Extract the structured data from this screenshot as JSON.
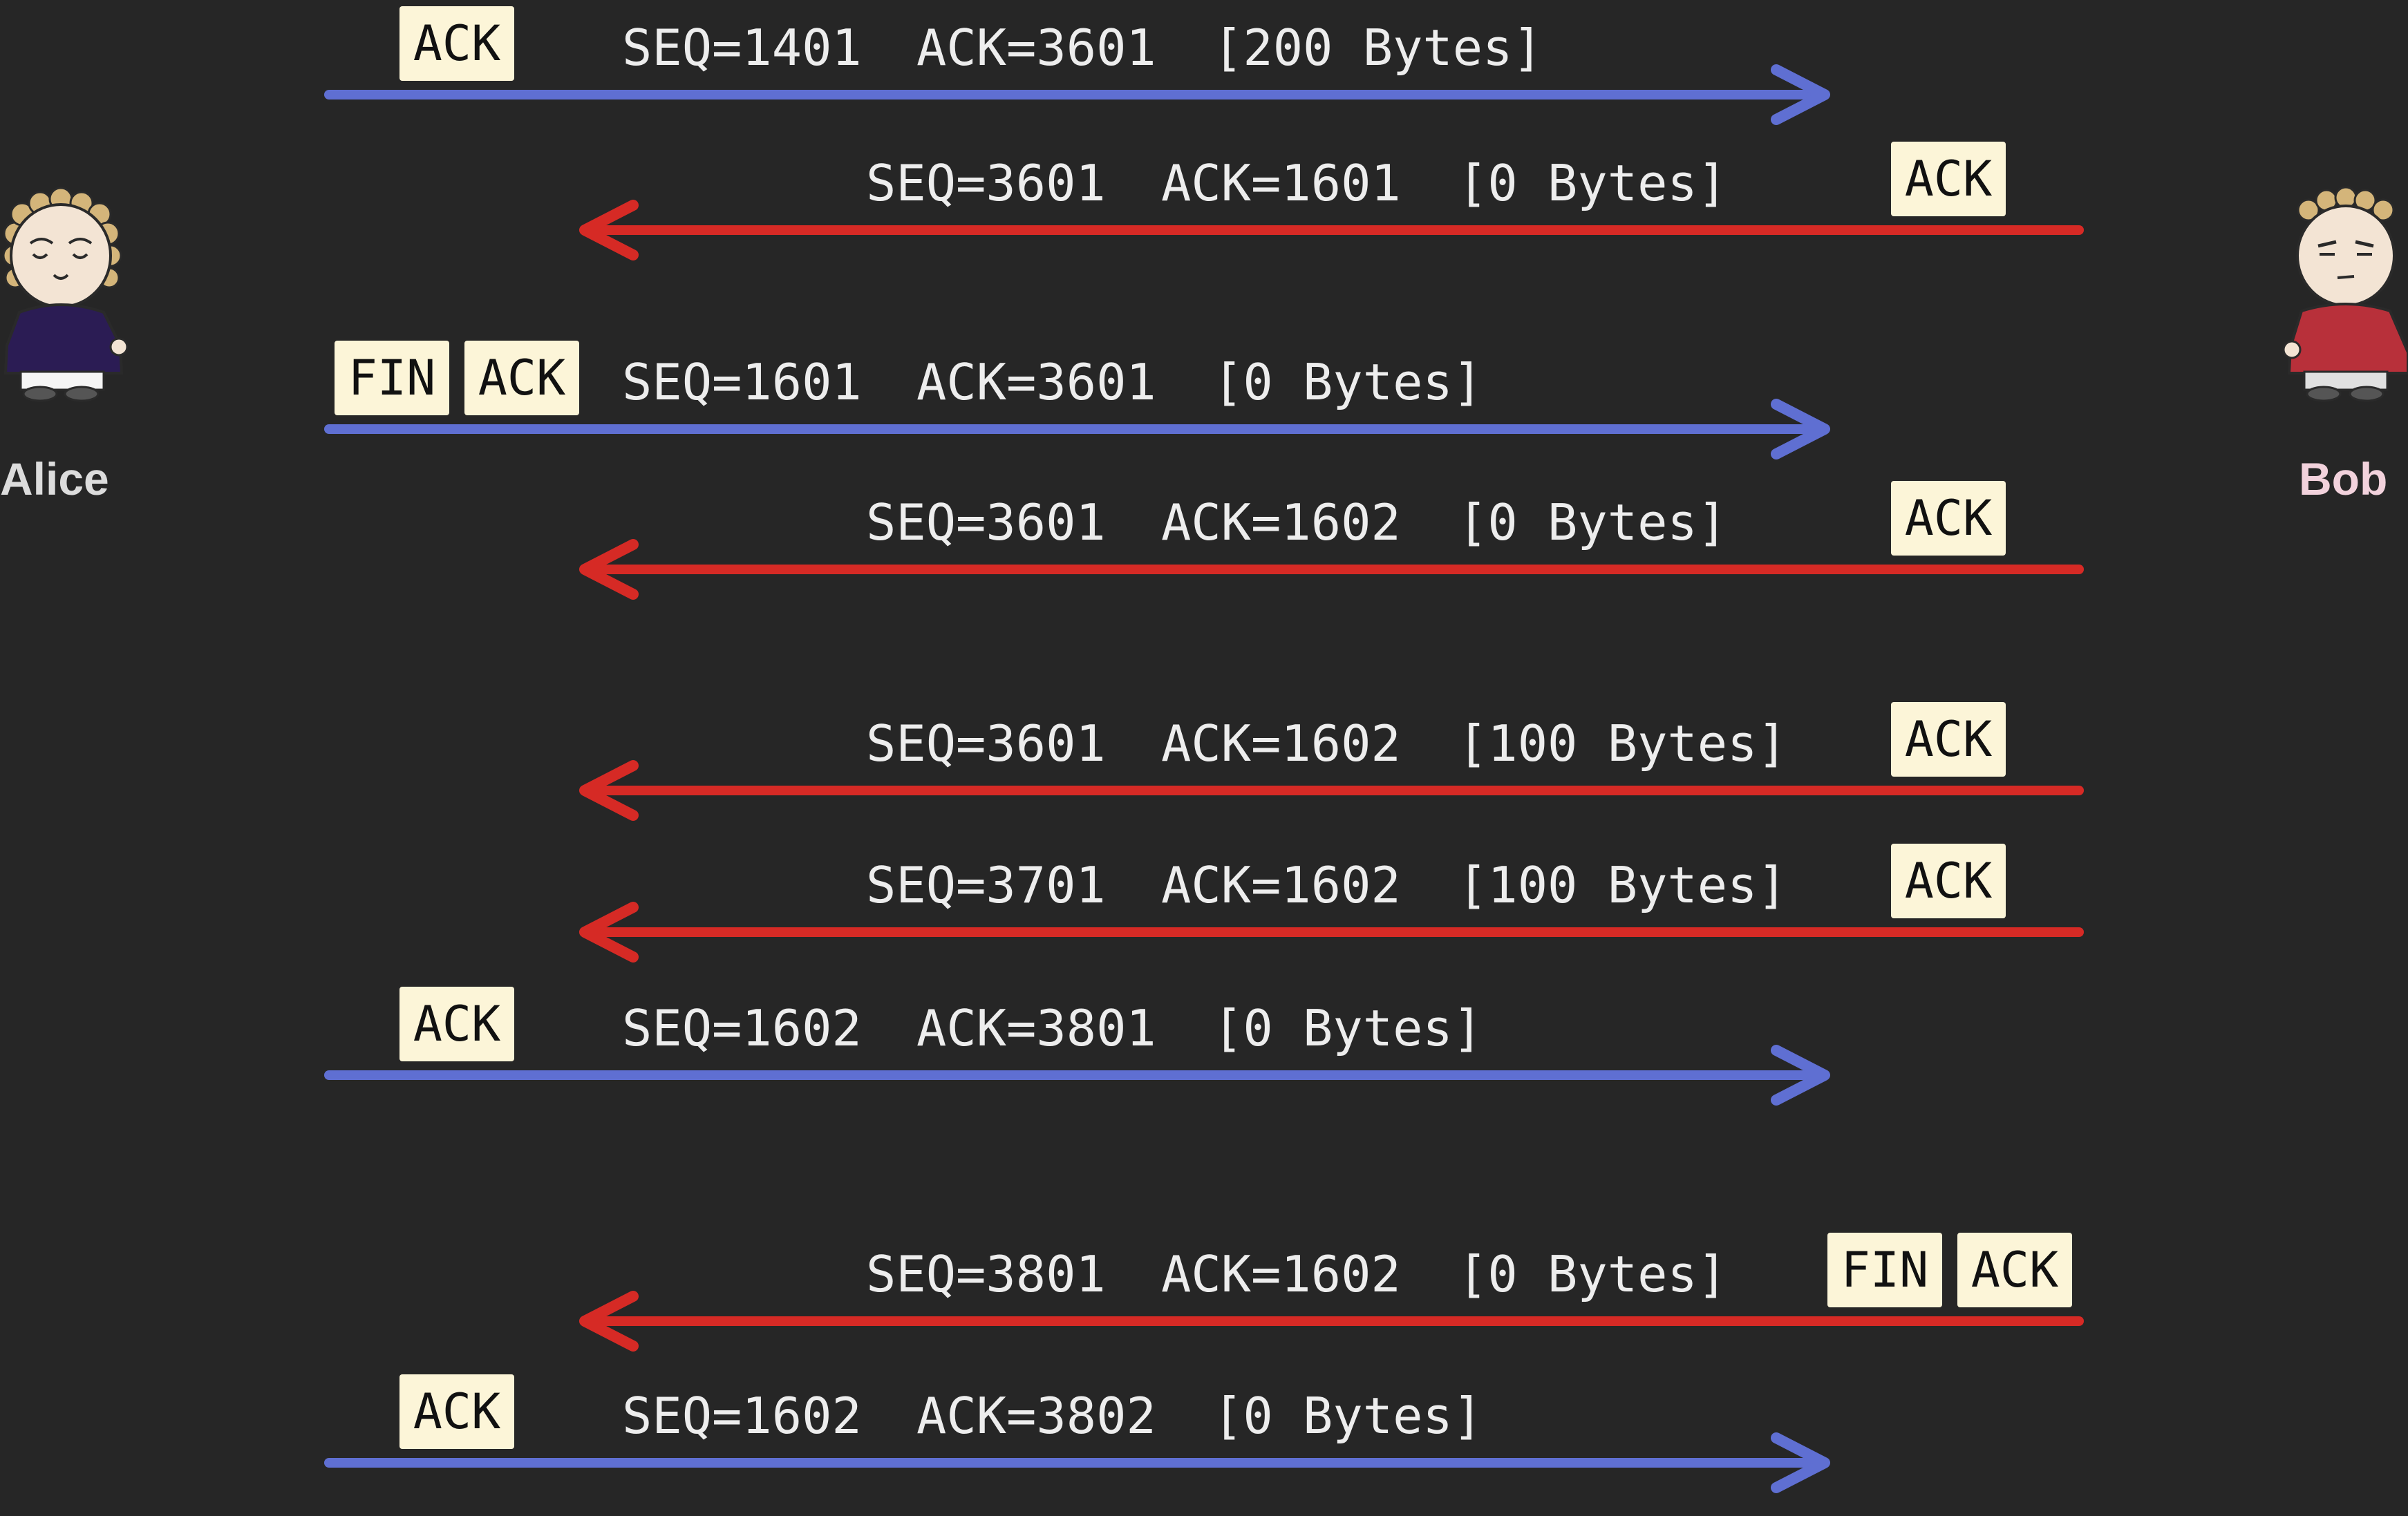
{
  "participants": {
    "left": {
      "name": "Alice",
      "color": "#dcdcdc",
      "shirt": "#2b1c54"
    },
    "right": {
      "name": "Bob",
      "color": "#f2d2dc",
      "shirt": "#b8303a"
    }
  },
  "colors": {
    "to_right": "#5f6fd2",
    "to_left": "#d62a25",
    "flag_bg": "#fcf5d8"
  },
  "messages": [
    {
      "dir": "right",
      "flags": [
        "ACK"
      ],
      "seq": "SEQ=1401",
      "ack": "ACK=3601",
      "len": "[200 Bytes]"
    },
    {
      "dir": "left",
      "flags": [
        "ACK"
      ],
      "seq": "SEQ=3601",
      "ack": "ACK=1601",
      "len": "[0 Bytes]"
    },
    {
      "dir": "right",
      "flags": [
        "FIN",
        "ACK"
      ],
      "seq": "SEQ=1601",
      "ack": "ACK=3601",
      "len": "[0 Bytes]"
    },
    {
      "dir": "left",
      "flags": [
        "ACK"
      ],
      "seq": "SEQ=3601",
      "ack": "ACK=1602",
      "len": "[0 Bytes]"
    },
    {
      "dir": "left",
      "flags": [
        "ACK"
      ],
      "seq": "SEQ=3601",
      "ack": "ACK=1602",
      "len": "[100 Bytes]"
    },
    {
      "dir": "left",
      "flags": [
        "ACK"
      ],
      "seq": "SEQ=3701",
      "ack": "ACK=1602",
      "len": "[100 Bytes]"
    },
    {
      "dir": "right",
      "flags": [
        "ACK"
      ],
      "seq": "SEQ=1602",
      "ack": "ACK=3801",
      "len": "[0 Bytes]"
    },
    {
      "dir": "left",
      "flags": [
        "FIN",
        "ACK"
      ],
      "seq": "SEQ=3801",
      "ack": "ACK=1602",
      "len": "[0 Bytes]"
    },
    {
      "dir": "right",
      "flags": [
        "ACK"
      ],
      "seq": "SEQ=1602",
      "ack": "ACK=3802",
      "len": "[0 Bytes]"
    }
  ]
}
